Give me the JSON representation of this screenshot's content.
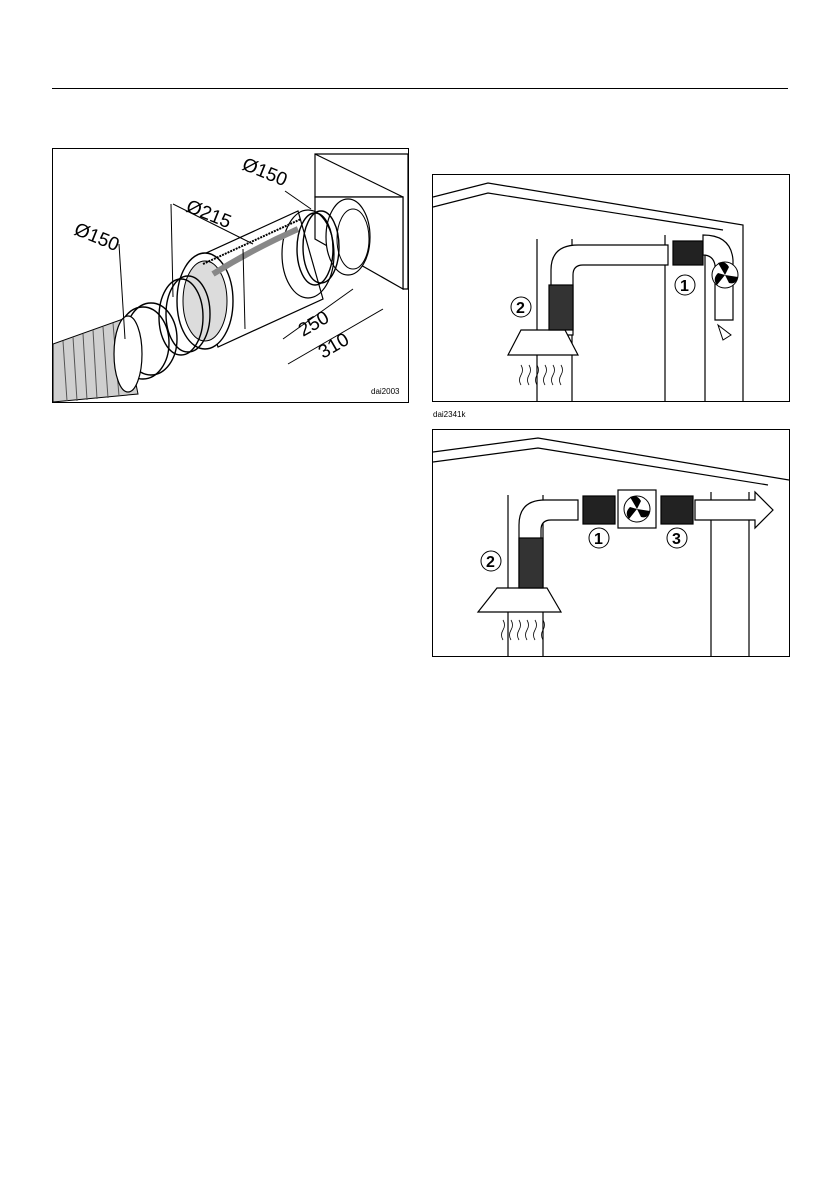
{
  "figure1": {
    "dimensions": {
      "inlet_diameter": "Ø150",
      "outlet_diameter": "Ø150",
      "body_diameter": "Ø215",
      "body_length": "250",
      "overall_length": "310"
    },
    "code": "dai2003"
  },
  "figure2": {
    "labels": {
      "fan": "1",
      "hood": "2"
    },
    "code": "dai2341k"
  },
  "figure3": {
    "labels": {
      "fan": "1",
      "hood": "2",
      "silencer": "3"
    }
  }
}
